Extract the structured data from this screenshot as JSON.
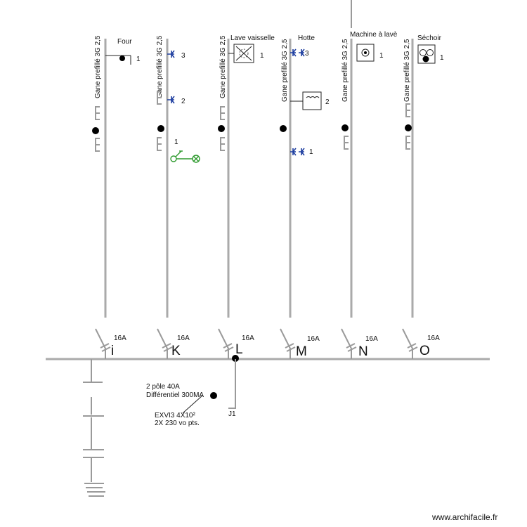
{
  "gane_label": "Gane prefillé 3G 2,5",
  "rating": "16A",
  "circuits": [
    {
      "letter": "i",
      "device": "Four",
      "count": "1"
    },
    {
      "letter": "K",
      "device": "",
      "counts": [
        "3",
        "2",
        "1"
      ]
    },
    {
      "letter": "L",
      "device": "Lave vaisselle",
      "count": "1"
    },
    {
      "letter": "M",
      "device": "Hotte",
      "counts": [
        "3",
        "2",
        "1"
      ]
    },
    {
      "letter": "N",
      "device": "Machine à lavè",
      "count": "1"
    },
    {
      "letter": "O",
      "device": "Séchoir",
      "count": "1"
    }
  ],
  "differential": {
    "line1": "2 pôle 40A",
    "line2": "Différentiel 300MA"
  },
  "cable": {
    "line1": "EXVI3 4X10²",
    "line2": "2X 230 vo pts."
  },
  "junction_label": "J1",
  "watermark": "www.archifacile.fr"
}
